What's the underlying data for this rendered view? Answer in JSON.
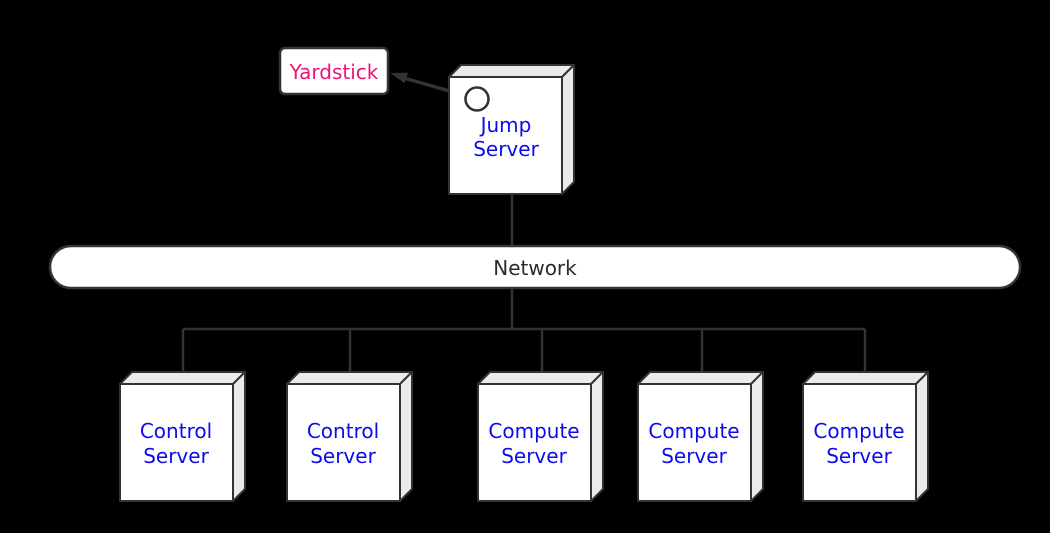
{
  "colors": {
    "background": "#000000",
    "stroke": "#333333",
    "node-face": "#ffffff",
    "node-side": "#ebebeb",
    "label-blue": "#0b0bee",
    "label-pink": "#ee1477",
    "label-dark": "#2b2b2b"
  },
  "diagram": {
    "yardstick": {
      "label": "Yardstick"
    },
    "jump_server": {
      "line1": "Jump",
      "line2": "Server"
    },
    "network": {
      "label": "Network"
    },
    "servers": [
      {
        "line1": "Control",
        "line2": "Server"
      },
      {
        "line1": "Control",
        "line2": "Server"
      },
      {
        "line1": "Compute",
        "line2": "Server"
      },
      {
        "line1": "Compute",
        "line2": "Server"
      },
      {
        "line1": "Compute",
        "line2": "Server"
      }
    ]
  }
}
